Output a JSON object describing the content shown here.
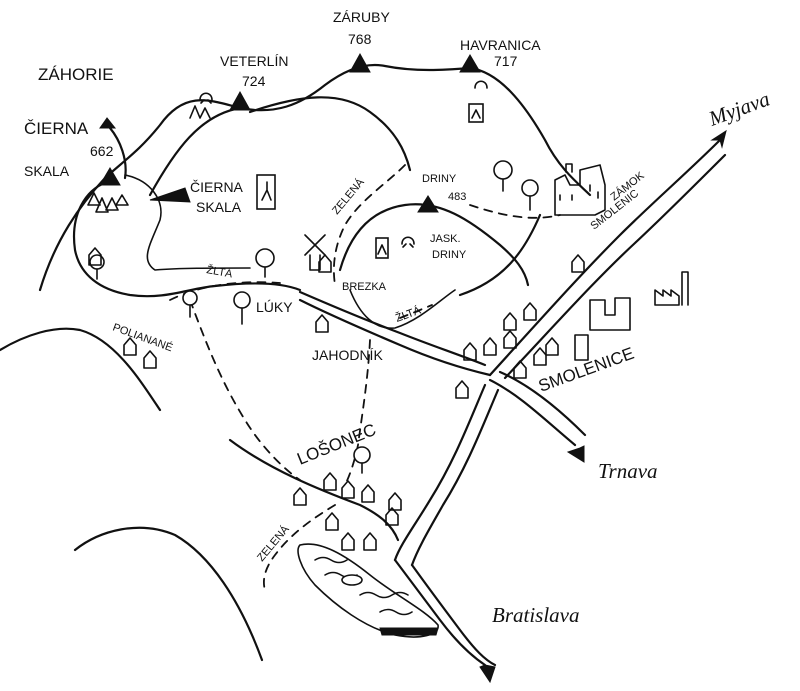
{
  "peaks": {
    "ciernaSkala": {
      "name_line1": "ČIERNA",
      "name_line2": "SKALA",
      "elevation": "662"
    },
    "veterlin": {
      "name": "VETERLÍN",
      "elevation": "724"
    },
    "zaruby": {
      "name": "ZÁRUBY",
      "elevation": "768"
    },
    "havranica": {
      "name": "HAVRANICA",
      "elevation": "717"
    },
    "driny": {
      "name": "DRINY",
      "elevation": "483"
    }
  },
  "regions": {
    "zahorie": "ZÁHORIE"
  },
  "places": {
    "ciernaSkalaRock_line1": "ČIERNA",
    "ciernaSkalaRock_line2": "SKALA",
    "zamok_line1": "ZÁMOK",
    "zamok_line2": "SMOLENIC",
    "jaskynaDriny_line1": "JASK.",
    "jaskynaDriny_line2": "DRINY",
    "brezka": "BREZKA",
    "luky": "LÚKY",
    "polianane": "POLIANANÉ",
    "jahodnik": "JAHODNÍK",
    "smolenice": "SMOLENICE",
    "losonec": "LOŠONEC"
  },
  "trails": {
    "zelena_north": "ZELENÁ",
    "zlta_west": "ŽLTÁ",
    "zlta_east": "ŽLTÁ",
    "zelena_south": "ZELENÁ"
  },
  "destinations": {
    "myjava": "Myjava",
    "trnava": "Trnava",
    "bratislava": "Bratislava"
  },
  "icons": [
    "mountain-peak-icon",
    "cave-icon",
    "castle-icon",
    "windmill-icon",
    "tree-icon",
    "house-icon",
    "factory-icon",
    "lake-icon",
    "arrow-icon"
  ]
}
